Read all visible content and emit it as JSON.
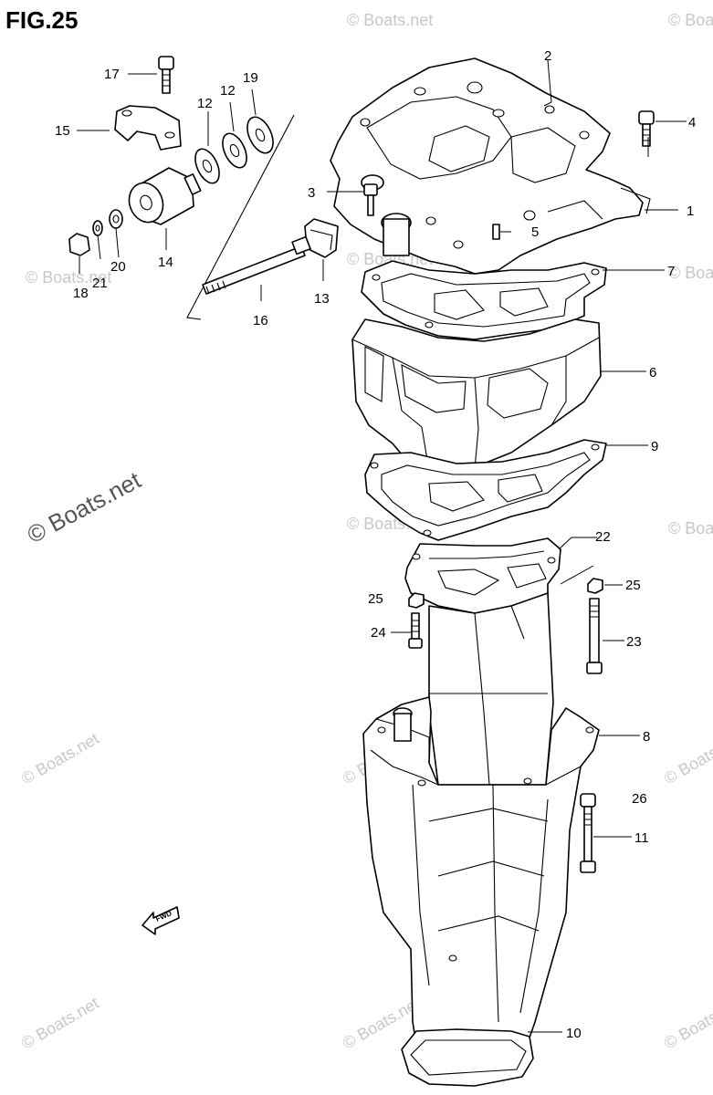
{
  "figure": {
    "title": "FIG.25"
  },
  "watermark": {
    "main": "© Boats.net",
    "tile": "© Boats.net"
  },
  "fwd_label": "FWD",
  "callouts": {
    "c1": "1",
    "c2": "2",
    "c3": "3",
    "c4": "4",
    "c5": "5",
    "c6": "6",
    "c7": "7",
    "c8": "8",
    "c9": "9",
    "c10": "10",
    "c11": "11",
    "c12a": "12",
    "c12b": "12",
    "c13": "13",
    "c14": "14",
    "c15": "15",
    "c16": "16",
    "c17": "17",
    "c18": "18",
    "c19": "19",
    "c20": "20",
    "c21": "21",
    "c22": "22",
    "c23": "23",
    "c24": "24",
    "c25a": "25",
    "c25b": "25",
    "c26": "26"
  }
}
